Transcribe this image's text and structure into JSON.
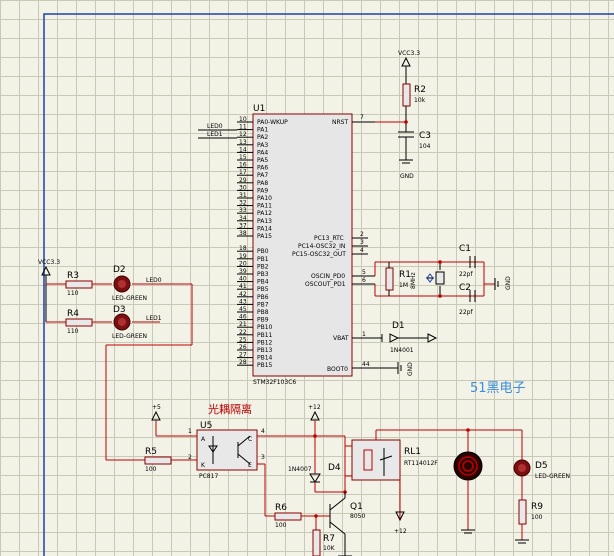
{
  "mcu": {
    "ref": "U1",
    "part": "STM32F103C6",
    "left_pins": [
      {
        "num": "10",
        "name": "PA0-WKUP"
      },
      {
        "num": "11",
        "name": "PA1"
      },
      {
        "num": "12",
        "name": "PA2"
      },
      {
        "num": "13",
        "name": "PA3"
      },
      {
        "num": "14",
        "name": "PA4"
      },
      {
        "num": "15",
        "name": "PA5"
      },
      {
        "num": "16",
        "name": "PA6"
      },
      {
        "num": "17",
        "name": "PA7"
      },
      {
        "num": "29",
        "name": "PA8"
      },
      {
        "num": "30",
        "name": "PA9"
      },
      {
        "num": "31",
        "name": "PA10"
      },
      {
        "num": "32",
        "name": "PA11"
      },
      {
        "num": "33",
        "name": "PA12"
      },
      {
        "num": "34",
        "name": "PA13"
      },
      {
        "num": "37",
        "name": "PA14"
      },
      {
        "num": "38",
        "name": "PA15"
      },
      {
        "num": "",
        "name": ""
      },
      {
        "num": "18",
        "name": "PB0"
      },
      {
        "num": "19",
        "name": "PB1"
      },
      {
        "num": "20",
        "name": "PB2"
      },
      {
        "num": "39",
        "name": "PB3"
      },
      {
        "num": "40",
        "name": "PB4"
      },
      {
        "num": "41",
        "name": "PB5"
      },
      {
        "num": "42",
        "name": "PB6"
      },
      {
        "num": "43",
        "name": "PB7"
      },
      {
        "num": "45",
        "name": "PB8"
      },
      {
        "num": "46",
        "name": "PB9"
      },
      {
        "num": "21",
        "name": "PB10"
      },
      {
        "num": "22",
        "name": "PB11"
      },
      {
        "num": "25",
        "name": "PB12"
      },
      {
        "num": "26",
        "name": "PB13"
      },
      {
        "num": "27",
        "name": "PB14"
      },
      {
        "num": "28",
        "name": "PB15"
      }
    ],
    "nrst": {
      "num": "7",
      "name": "NRST"
    },
    "osc": [
      {
        "num": "2",
        "name": "PC13_RTC"
      },
      {
        "num": "3",
        "name": "PC14-OSC32_IN"
      },
      {
        "num": "4",
        "name": "PC15-OSC32_OUT"
      }
    ],
    "oscin": {
      "num": "5",
      "name": "OSCIN_PD0"
    },
    "oscout": {
      "num": "6",
      "name": "OSCOUT_PD1"
    },
    "vbat": {
      "num": "1",
      "name": "VBAT"
    },
    "boot": {
      "num": "44",
      "name": "BOOT0"
    }
  },
  "net": {
    "led0": "LED0",
    "led1": "LED1"
  },
  "power": {
    "vcc_top": "VCC3.3",
    "vcc_left": "VCC3.3",
    "gnd": "GND",
    "plus5": "+5",
    "plus12_a": "+12",
    "plus12_b": "+12"
  },
  "parts": {
    "r2": {
      "ref": "R2",
      "val": "10k"
    },
    "c3": {
      "ref": "C3",
      "val": "104"
    },
    "r1": {
      "ref": "R1",
      "val": "1M"
    },
    "x1": {
      "val": "8MHz"
    },
    "c1": {
      "ref": "C1",
      "val": "22pf"
    },
    "c2": {
      "ref": "C2",
      "val": "22pf"
    },
    "d1": {
      "ref": "D1",
      "val": "1N4001"
    },
    "r3": {
      "ref": "R3",
      "val": "110"
    },
    "r4": {
      "ref": "R4",
      "val": "110"
    },
    "d2": {
      "ref": "D2",
      "val": "LED-GREEN"
    },
    "d3": {
      "ref": "D3",
      "val": "LED-GREEN"
    },
    "u5": {
      "ref": "U5",
      "val": "PC817",
      "title": "光耦隔离"
    },
    "r5": {
      "ref": "R5",
      "val": "100"
    },
    "r6": {
      "ref": "R6",
      "val": "100"
    },
    "r7": {
      "ref": "R7",
      "val": "10K"
    },
    "d4": {
      "ref": "D4",
      "val": "1N4007"
    },
    "q1": {
      "ref": "Q1",
      "val": "8050"
    },
    "rl1": {
      "ref": "RL1",
      "val": "RT114012F"
    },
    "d5": {
      "ref": "D5",
      "val": "LED-GREEN"
    },
    "r9": {
      "ref": "R9",
      "val": "100"
    }
  },
  "u5pins": {
    "p1": "1",
    "p2": "2",
    "p3": "3",
    "p4": "4",
    "a": "A",
    "k": "K",
    "c": "C",
    "e": "E"
  },
  "watermark": "51黑电子"
}
